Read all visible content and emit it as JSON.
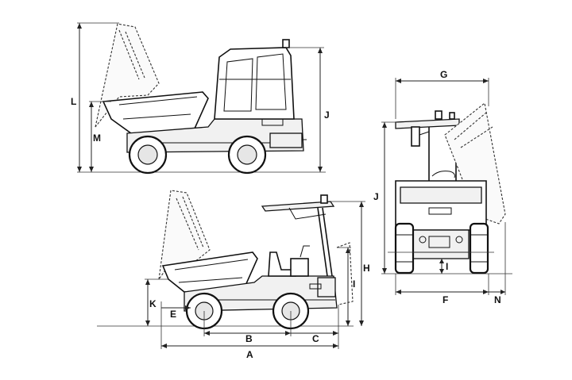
{
  "dimension_labels": {
    "A": "A",
    "B": "B",
    "C": "C",
    "E": "E",
    "F": "F",
    "G": "G",
    "H": "H",
    "I_side": "I",
    "I_front": "I",
    "J_top": "J",
    "J_front": "J",
    "K": "K",
    "L": "L",
    "M": "M",
    "N": "N"
  }
}
